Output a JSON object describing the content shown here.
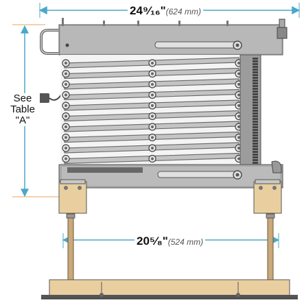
{
  "dimensions": {
    "width_total": {
      "value": "24⁹⁄₁₆\"",
      "metric": "(624 mm)"
    },
    "width_mount": {
      "value": "20⁵⁄₈\"",
      "metric": "(524 mm)"
    }
  },
  "side_note": {
    "line1": "See",
    "line2": "Table",
    "line3": "\"A\""
  },
  "colors": {
    "dimension_line": "#4aa8c8",
    "reference_line": "#e8a060",
    "frame": "#9a9a9a",
    "coil": "#bdbdbd",
    "bracket": "#e9cfa0",
    "rod": "#c9a87a"
  },
  "icons": {
    "power_plug": "power-plug-icon"
  }
}
